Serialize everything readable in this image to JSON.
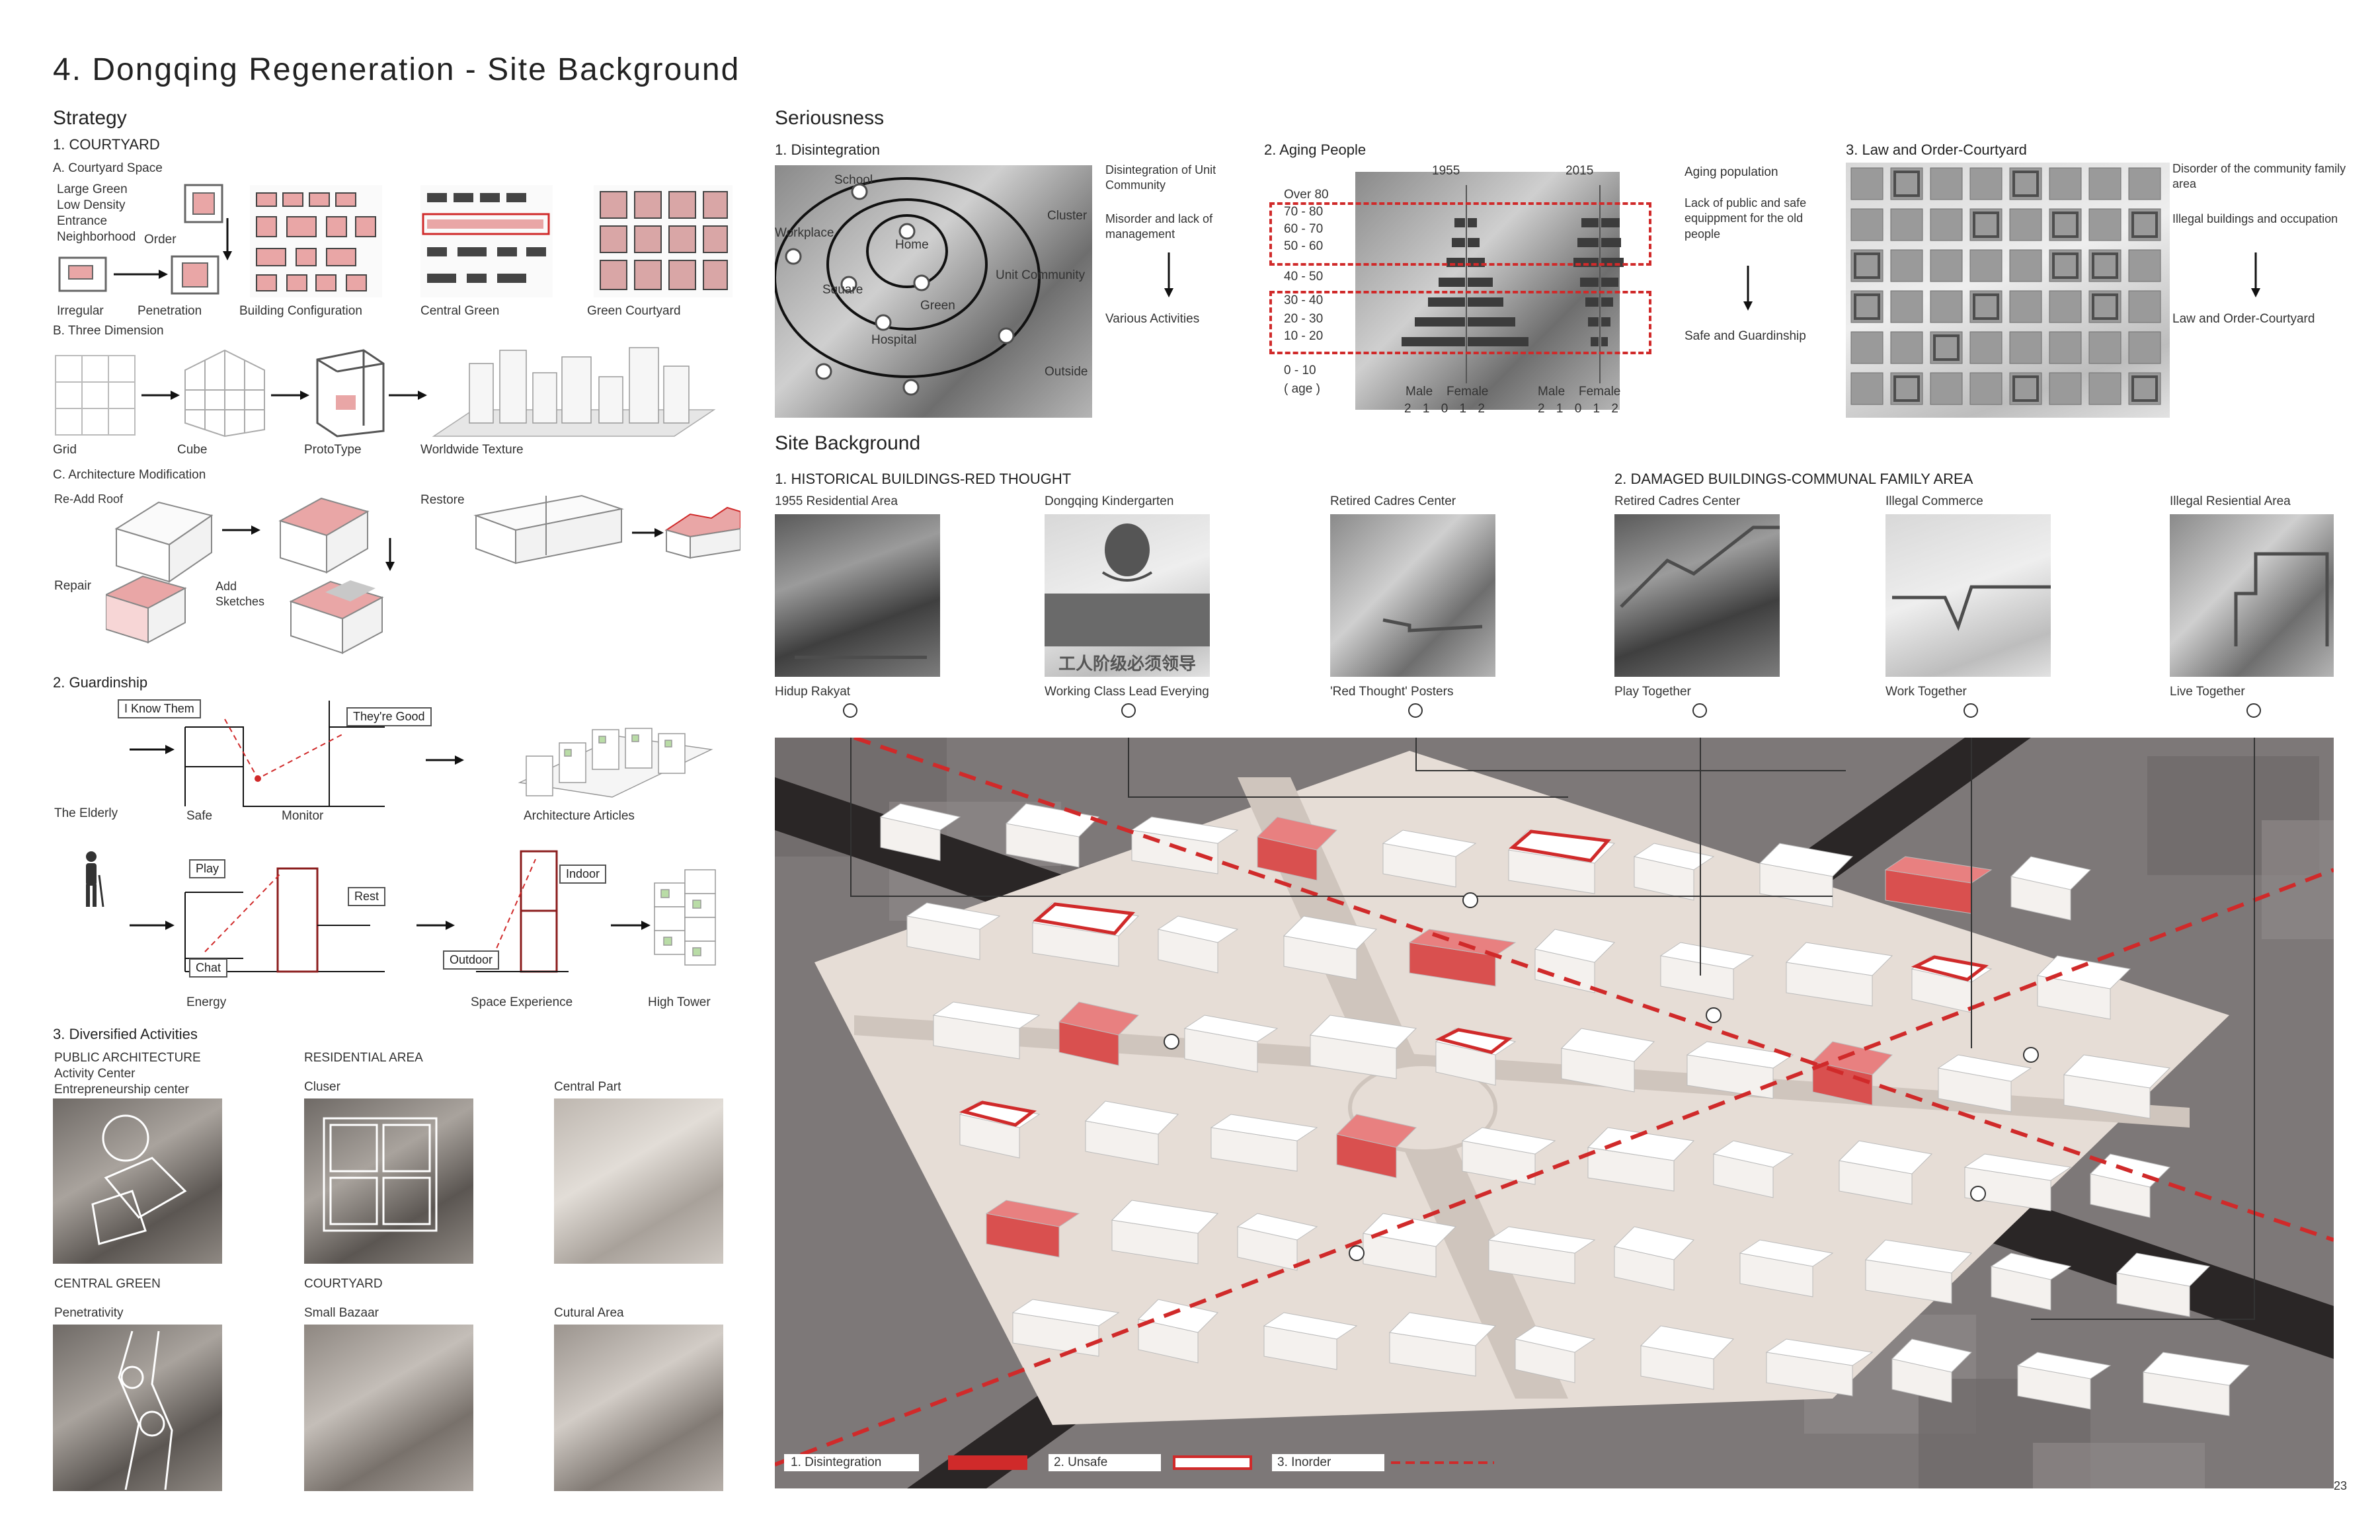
{
  "page": {
    "title": "4. Dongqing Regeneration - Site Background",
    "page_number": "23"
  },
  "strategy": {
    "heading": "Strategy",
    "courtyard": {
      "heading": "1. COURTYARD",
      "sub_a": "A. Courtyard Space",
      "a_list": [
        "Large Green",
        "Low Density",
        "Entrance",
        "Neighborhood"
      ],
      "order": "Order",
      "irregular": "Irregular",
      "penetration": "Penetration",
      "building_configuration": "Building Configuration",
      "central_green": "Central Green",
      "green_courtyard": "Green Courtyard",
      "sub_b": "B. Three Dimension",
      "grid": "Grid",
      "cube": "Cube",
      "prototype": "ProtoType",
      "worldwide_texture": "Worldwide Texture",
      "sub_c": "C. Architecture Modification",
      "re_add_roof": "Re-Add\nRoof",
      "restore": "Restore",
      "repair": "Repair",
      "add_sketches": "Add\nSketches"
    },
    "guardianship": {
      "heading": "2. Guardinship",
      "i_know_them": "I Know Them",
      "theyre_good": "They're Good",
      "the_elderly": "The Elderly",
      "safe": "Safe",
      "monitor": "Monitor",
      "architecture_articles": "Architecture Articles",
      "play": "Play",
      "rest": "Rest",
      "chat": "Chat",
      "energy": "Energy",
      "indoor": "Indoor",
      "outdoor": "Outdoor",
      "space_experience": "Space Experience",
      "high_tower": "High Tower"
    },
    "activities": {
      "heading": "3. Diversified Activities",
      "public_architecture": "PUBLIC ARCHITECTURE",
      "activity_center": "Activity Center",
      "entrepreneurship": "Entrepreneurship center",
      "residential_area": "RESIDENTIAL AREA",
      "cluser": "Cluser",
      "central_part": "Central Part",
      "central_green": "CENTRAL GREEN",
      "courtyard": "COURTYARD",
      "penetrativity": "Penetrativity",
      "small_bazaar": "Small Bazaar",
      "cutural_area": "Cutural Area"
    }
  },
  "seriousness": {
    "heading": "Seriousness",
    "disintegration": {
      "heading": "1. Disintegration",
      "rings": [
        "School",
        "Home",
        "Workplace",
        "Square",
        "Green",
        "Hospital",
        "Cluster",
        "Unit Community",
        "Outside"
      ],
      "notes": [
        "Disintegration of Unit Community",
        "Misorder and lack of management",
        "Various Activities"
      ]
    },
    "aging": {
      "heading": "2. Aging People",
      "year_a": "1955",
      "year_b": "2015",
      "ages": [
        "Over 80",
        "70 - 80",
        "60 - 70",
        "50 - 60",
        "40 - 50",
        "30 - 40",
        "20 - 30",
        "10 - 20",
        "0 - 10",
        "( age )"
      ],
      "male": "Male",
      "female": "Female",
      "scale_a": "2 1 0 1 2",
      "scale_b": "2 1 0 1 2",
      "notes": [
        "Aging population",
        "Lack of public and safe equippment for the old people",
        "Safe and Guardinship"
      ]
    },
    "law": {
      "heading": "3. Law and Order-Courtyard",
      "notes": [
        "Disorder of the community family area",
        "Illegal buildings and occupation",
        "Law and Order-Courtyard"
      ]
    }
  },
  "site": {
    "heading": "Site Background",
    "historical_heading": "1. HISTORICAL BUILDINGS-RED THOUGHT",
    "damaged_heading": "2.  DAMAGED BUILDINGS-COMMUNAL FAMILY AREA",
    "photos": [
      {
        "top": "1955 Residential Area",
        "bottom": "Hidup Rakyat"
      },
      {
        "top": "Dongqing Kindergarten",
        "bottom": "Working Class Lead Everying"
      },
      {
        "top": "Retired Cadres Center",
        "bottom": "'Red Thought' Posters"
      },
      {
        "top": "Retired Cadres Center",
        "bottom": "Play Together"
      },
      {
        "top": "Illegal Commerce",
        "bottom": "Work Together"
      },
      {
        "top": "Illegal Resiential Area",
        "bottom": "Live Together"
      }
    ],
    "poster_text": "工人阶级必须领导",
    "legend": {
      "disintegration": "1. Disintegration",
      "unsafe": "2. Unsafe",
      "inorder": "3. Inorder"
    }
  },
  "colors": {
    "accent": "#d02a2a",
    "pink": "#e9a6a6"
  }
}
